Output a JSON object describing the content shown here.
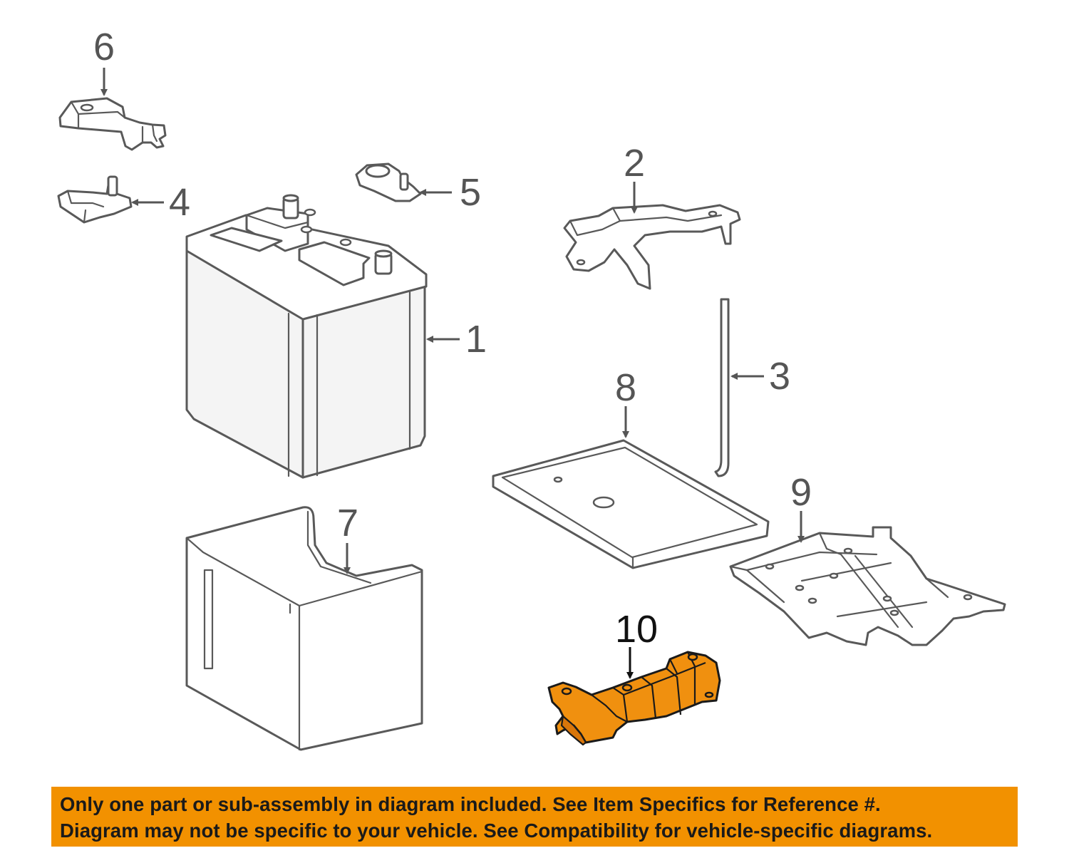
{
  "callouts": {
    "c1": "1",
    "c2": "2",
    "c3": "3",
    "c4": "4",
    "c5": "5",
    "c6": "6",
    "c7": "7",
    "c8": "8",
    "c9": "9",
    "c10": "10"
  },
  "highlighted_part": "10",
  "colors": {
    "highlight": "#f0900f",
    "notice_background": "#f29100",
    "line_art": "#595959"
  },
  "notice": {
    "line1": "Only one part or sub-assembly in diagram included. See Item Specifics for Reference #.",
    "line2": "Diagram may not be specific to your vehicle. See Compatibility for vehicle-specific diagrams."
  }
}
